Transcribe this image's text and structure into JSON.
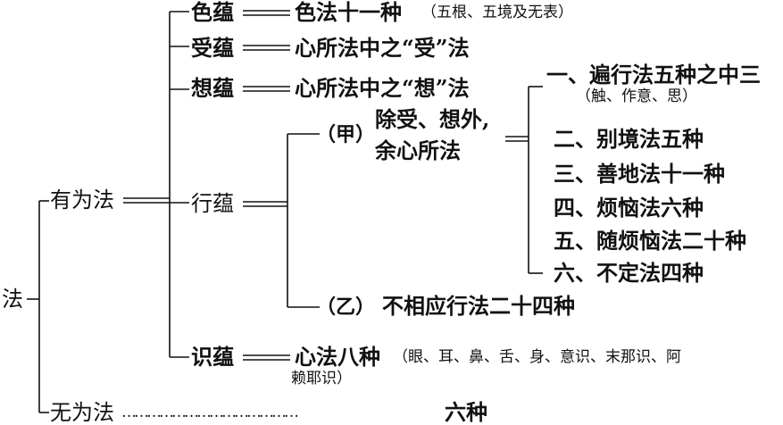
{
  "root": "法",
  "youwei": {
    "label": "有为法",
    "skandhas": {
      "se": {
        "name": "色蕴",
        "desc": "色法十一种",
        "note": "（五根、五境及无表）"
      },
      "shou": {
        "name": "受蕴",
        "desc": "心所法中之“受”法"
      },
      "xiang": {
        "name": "想蕴",
        "desc": "心所法中之“想”法"
      },
      "xing": {
        "name": "行蕴",
        "jia": {
          "marker": "（甲）",
          "line1": "除受、想外,",
          "line2": "余心所法",
          "items": [
            {
              "label": "一、遍行法五种之中三",
              "note": "（触、作意、思）"
            },
            {
              "label": "二、别境法五种"
            },
            {
              "label": "三、善地法十一种"
            },
            {
              "label": "四、烦恼法六种"
            },
            {
              "label": "五、随烦恼法二十种"
            },
            {
              "label": "六、不定法四种"
            }
          ]
        },
        "yi": {
          "marker": "（乙）",
          "label": "不相应行法二十四种"
        }
      },
      "shi": {
        "name": "识蕴",
        "desc": "心法八种",
        "note_line1": "（眼、耳、鼻、舌、身、意识、末那识、阿",
        "note_line2": "赖耶识）"
      }
    }
  },
  "wuwei": {
    "label": "无为法",
    "leader": "……………………………………",
    "desc": "六种"
  }
}
